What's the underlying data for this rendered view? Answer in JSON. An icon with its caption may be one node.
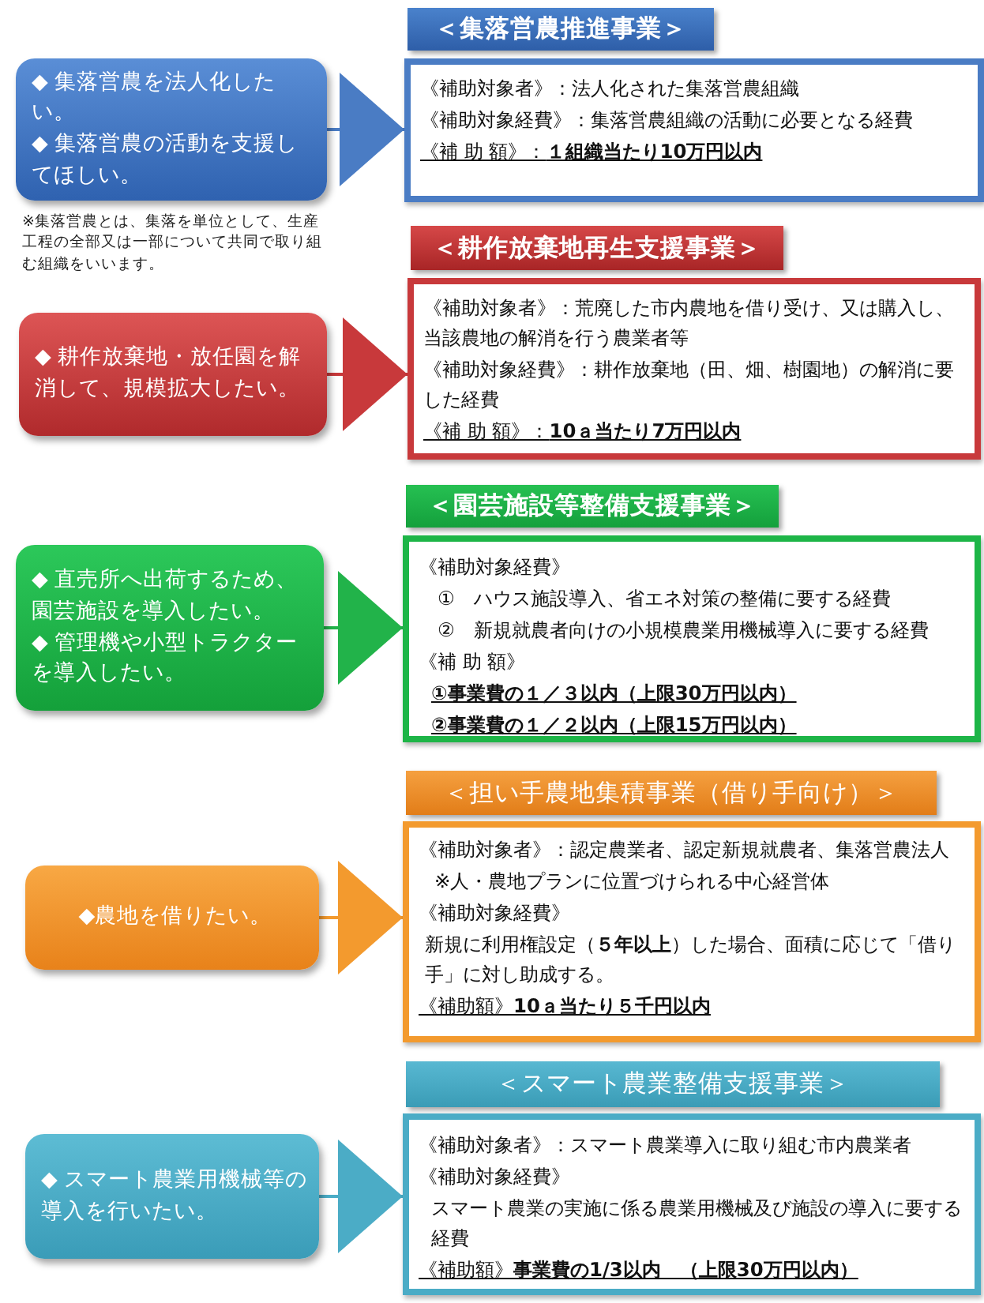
{
  "diagram": {
    "nodes": [
      {
        "text": [
          "＜集落営農推進事業＞"
        ]
      },
      {
        "text": [
          "◆ 集落営農を法人化したい。",
          "◆ 集落営農の活動を支援してほしい。"
        ],
        "beside": [
          "※集落営農とは、集落を単位として、生産工程の全部又は一部について共同で取り組む組織をいいます。"
        ]
      },
      {
        "text": [
          "《補助対象者》：法人化された集落営農組織",
          "《補助対象経費》：集落営農組織の活動に必要となる経費",
          "《補 助 額》：**１組織当たり10万円以内**"
        ]
      },
      {
        "text": [
          "＜耕作放棄地再生支援事業＞"
        ]
      },
      {
        "text": [
          "◆ 耕作放棄地・放任園を解消して、規模拡大したい。"
        ]
      },
      {
        "text": [
          "《補助対象者》：荒廃した市内農地を借り受け、又は購入し、当該農地の解消を行う農業者等",
          "《補助対象経費》：耕作放棄地（田、畑、樹園地）の解消に要した経費",
          "《補 助 額》：**10ａ当たり7万円以内**"
        ]
      },
      {
        "text": [
          "＜園芸施設等整備支援事業＞"
        ]
      },
      {
        "text": [
          "◆ 直売所へ出荷するため、園芸施設を導入したい。",
          "◆ 管理機や小型トラクターを導入したい。"
        ]
      },
      {
        "text": [
          "《補助対象経費》",
          "①　ハウス施設導入、省エネ対策の整備に要する経費",
          "②　新規就農者向けの小規模農業用機械導入に要する経費",
          "《補 助 額》",
          "①事業費の１／３以内（上限30万円以内）",
          "②事業費の１／２以内（上限15万円以内）"
        ]
      },
      {
        "text": [
          "＜担い手農地集積事業（借り手向け）＞"
        ]
      },
      {
        "text": [
          "◆農地を借りたい。"
        ]
      },
      {
        "text": [
          "《補助対象者》：認定農業者、認定新規就農者、集落営農法人",
          "※人・農地プランに位置づけられる中心経営体",
          "《補助対象経費》",
          "新規に利用権設定（**５年以上**）した場合、面積に応じて「借り手」に対し助成する。",
          "《補助額》**10ａ当たり５千円以内**"
        ]
      },
      {
        "text": [
          "＜スマート農業整備支援事業＞"
        ]
      },
      {
        "text": [
          "◆ スマート農業用機械等の導入を行いたい。"
        ]
      },
      {
        "text": [
          "《補助対象者》：スマート農業導入に取り組む市内農業者",
          "《補助対象経費》",
          "スマート農業の実施に係る農業用機械及び施設の導入に要する経費",
          "《補助額》**事業費の1/3以内　（上限30万円以内）**"
        ]
      }
    ],
    "edges": [
      {
        "from": 1,
        "to": 2,
        "arrow": "to",
        "color": "#4a7cc4"
      },
      {
        "from": 4,
        "to": 5,
        "arrow": "to",
        "color": "#c8393b"
      },
      {
        "from": 7,
        "to": 8,
        "arrow": "to",
        "color": "#22b34a"
      },
      {
        "from": 10,
        "to": 11,
        "arrow": "to",
        "color": "#f39a2e"
      },
      {
        "from": 13,
        "to": 14,
        "arrow": "to",
        "color": "#4bacc6"
      }
    ]
  }
}
